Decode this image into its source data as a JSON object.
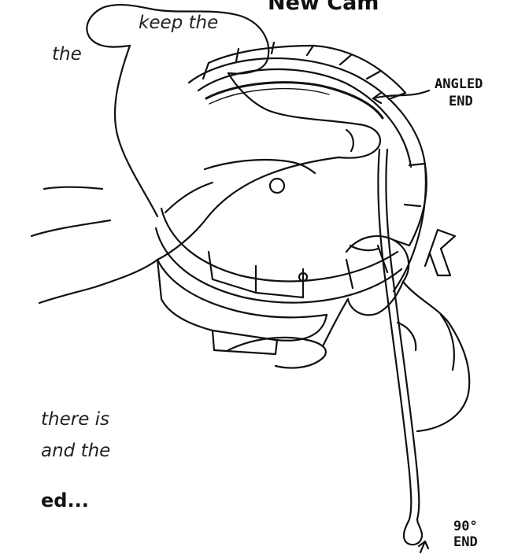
{
  "title": "New Cam",
  "text_lines": {
    "top_line_1": "keep the",
    "top_line_2": "the",
    "bottom_line_1": "there is",
    "bottom_line_2": "and the",
    "bottom_line_3": "ed..."
  },
  "callouts": {
    "angled_line_1": "ANGLED",
    "angled_line_2": "END",
    "ninety_line_1": "90°",
    "ninety_line_2": "END"
  },
  "colors": {
    "ink": "#111111",
    "paper": "#ffffff"
  }
}
